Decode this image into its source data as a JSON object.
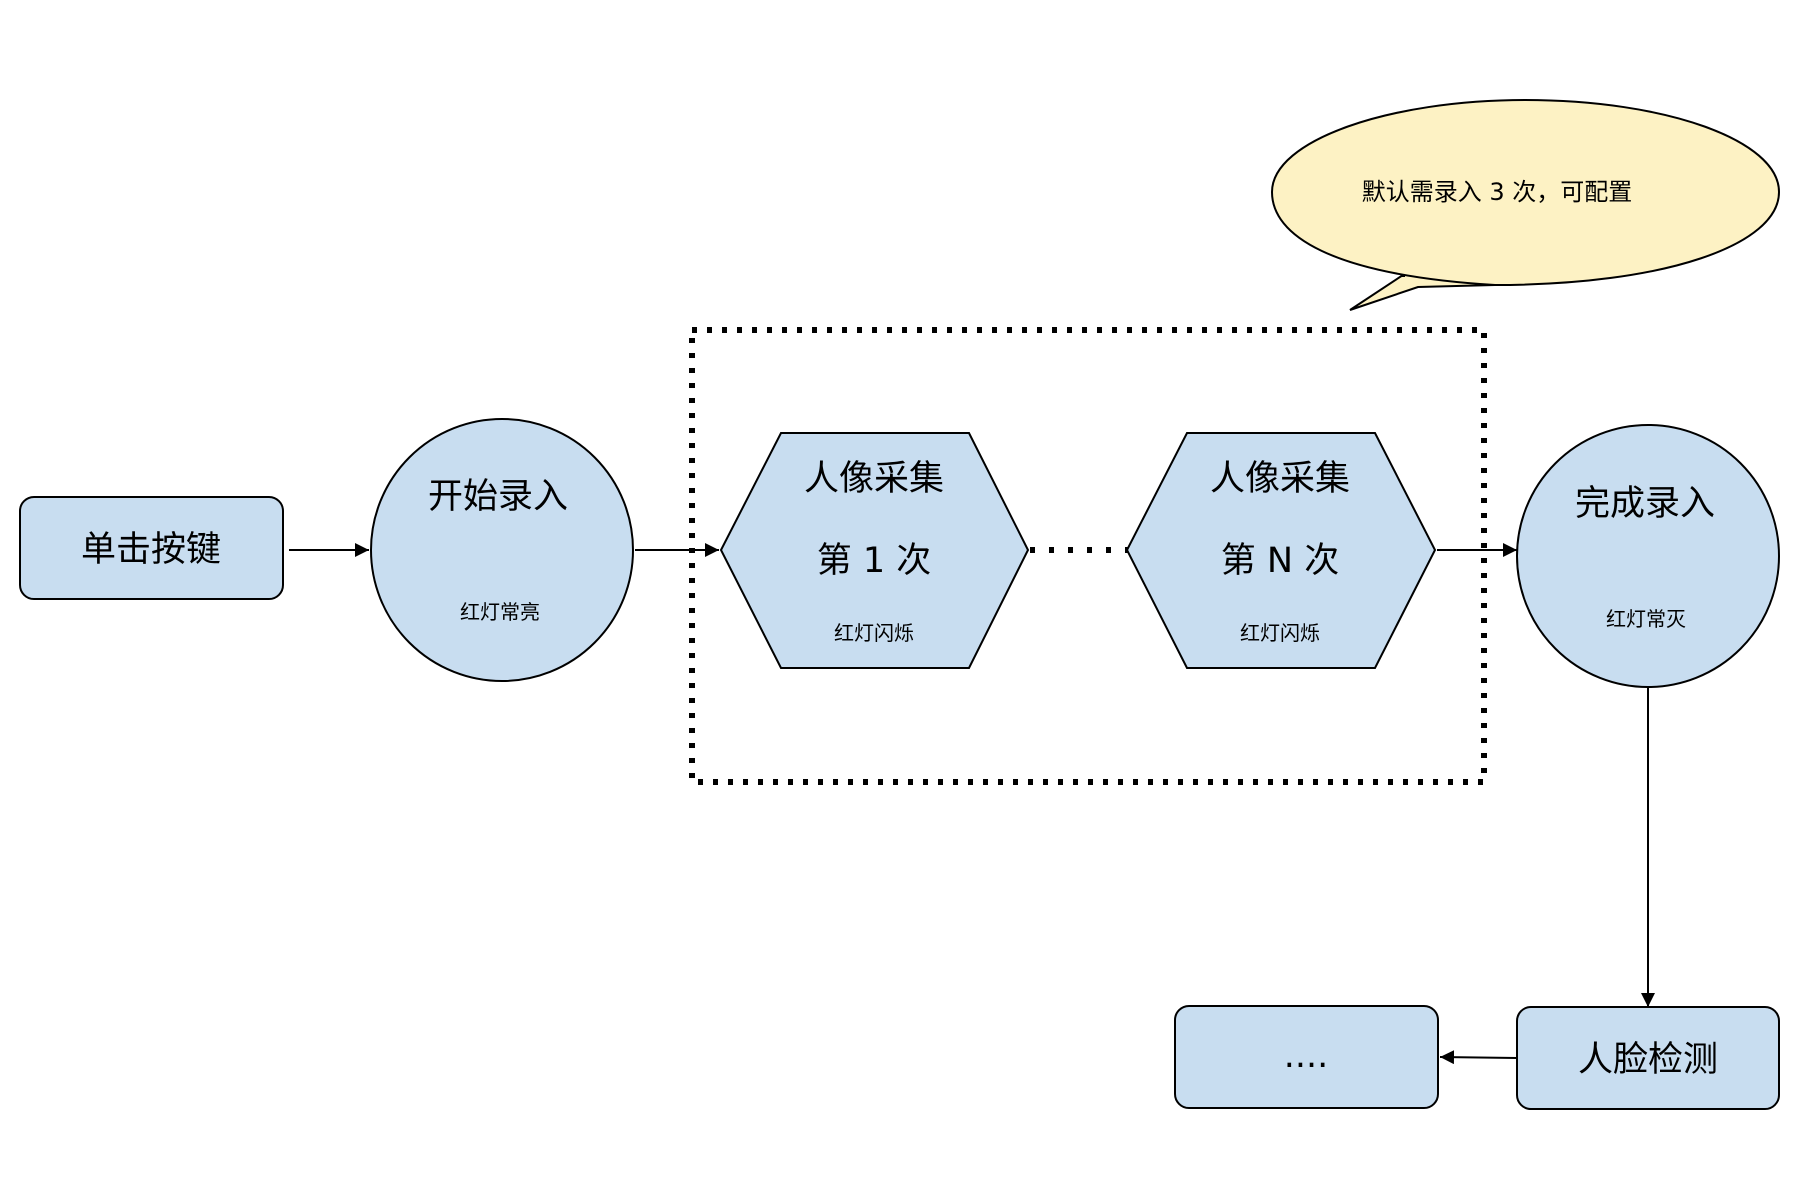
{
  "nodes": {
    "press_key": {
      "label": "单击按键"
    },
    "start_enroll": {
      "label": "开始录入",
      "sublabel": "红灯常亮"
    },
    "capture_first": {
      "label": "人像采集",
      "count": "第 1 次",
      "sublabel": "红灯闪烁"
    },
    "capture_nth": {
      "label": "人像采集",
      "count": "第 N 次",
      "sublabel": "红灯闪烁"
    },
    "finish_enroll": {
      "label": "完成录入",
      "sublabel": "红灯常灭"
    },
    "face_detect": {
      "label": "人脸检测"
    },
    "more": {
      "label": "...."
    }
  },
  "callout": {
    "text": "默认需录入 3 次，可配置"
  },
  "colors": {
    "node_fill": "#c8ddf0",
    "callout_fill": "#fdf2c4",
    "stroke": "#000000"
  }
}
